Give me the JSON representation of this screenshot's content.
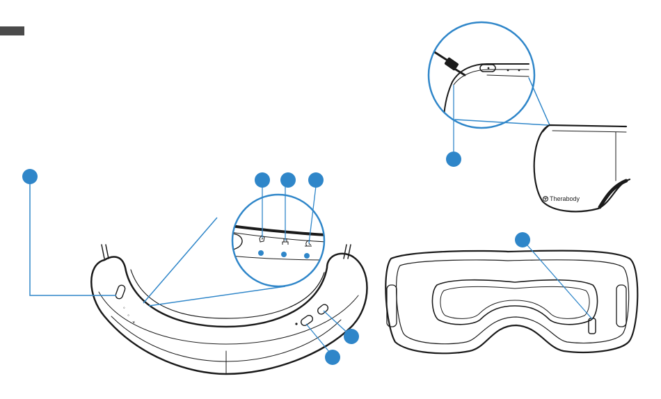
{
  "colors": {
    "callout": "#2f86c9",
    "outline": "#1a1a1a",
    "tab": "#4a4a4a",
    "background": "#ffffff"
  },
  "brand": {
    "wordmark": "Therabody",
    "logo_icon": "therabody-logo-icon"
  },
  "callouts": [
    {
      "id": "power-button-callout",
      "label": ""
    },
    {
      "id": "mode-icon-1-callout",
      "label": ""
    },
    {
      "id": "mode-icon-2-callout",
      "label": ""
    },
    {
      "id": "mode-icon-3-callout",
      "label": ""
    },
    {
      "id": "mode-button-callout",
      "label": ""
    },
    {
      "id": "bluetooth-button-callout",
      "label": ""
    },
    {
      "id": "usb-port-callout",
      "label": ""
    },
    {
      "id": "inner-sensor-callout",
      "label": ""
    }
  ],
  "icons": [
    "heat-mode-icon",
    "vibration-mode-icon",
    "sleep-mode-icon",
    "power-icon",
    "usb-c-cable-icon"
  ]
}
